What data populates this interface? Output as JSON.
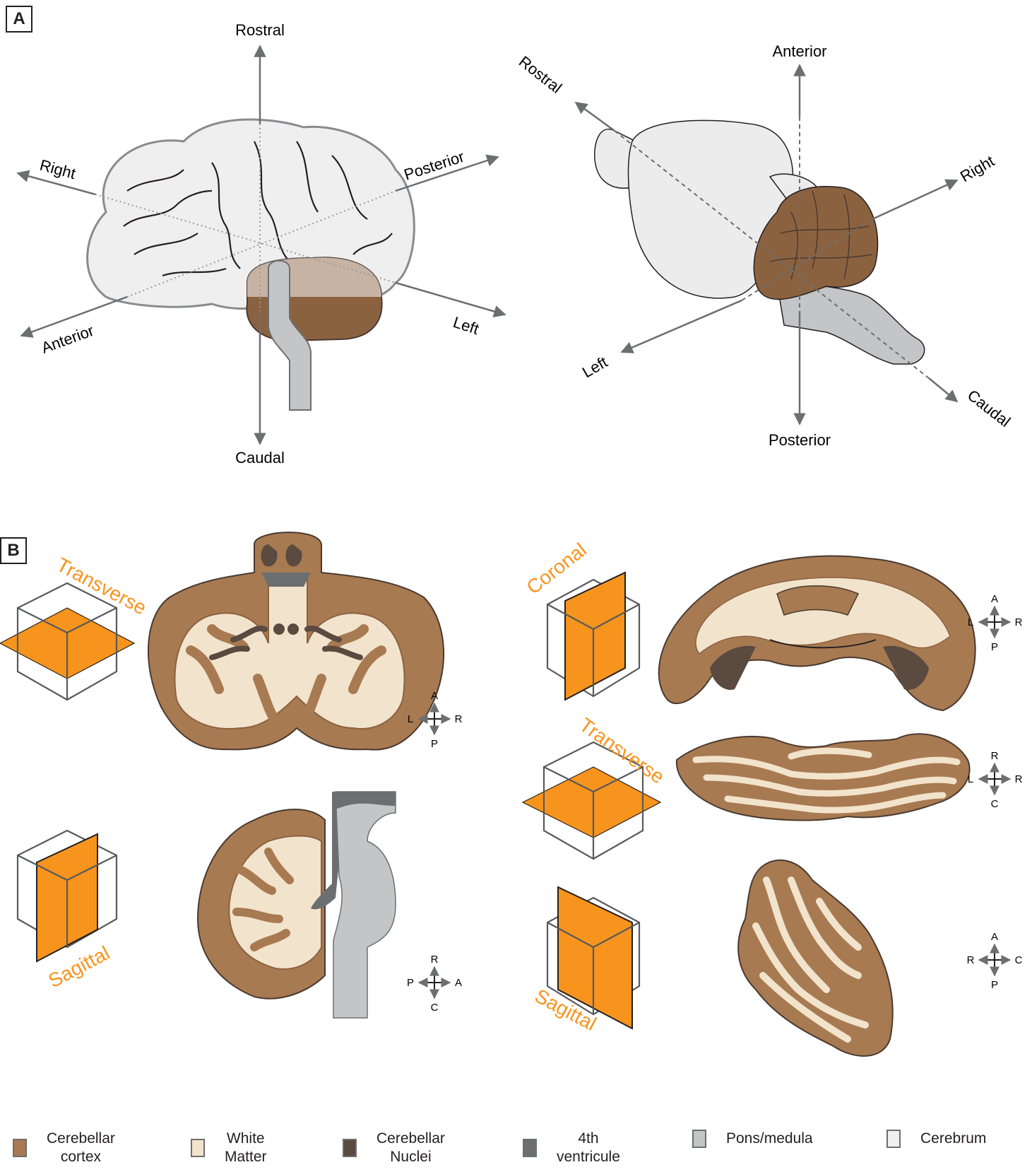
{
  "panels": {
    "a": "A",
    "b": "B"
  },
  "human": {
    "rostral": "Rostral",
    "caudal": "Caudal",
    "right": "Right",
    "posterior": "Posterior",
    "anterior": "Anterior",
    "left": "Left"
  },
  "mouse": {
    "anterior": "Anterior",
    "posterior": "Posterior",
    "rostral": "Rostral",
    "right": "Right",
    "left": "Left",
    "caudal": "Caudal"
  },
  "planes": {
    "transverse_human": "Transverse",
    "sagittal_human": "Sagittal",
    "coronal_mouse": "Coronal",
    "transverse_mouse": "Transverse",
    "sagittal_mouse": "Sagittal"
  },
  "compasses": {
    "human_transverse": {
      "top": "A",
      "left": "L",
      "right": "R",
      "bottom": "P"
    },
    "human_sagittal": {
      "top": "R",
      "left": "P",
      "right": "A",
      "bottom": "C"
    },
    "mouse_coronal": {
      "top": "A",
      "left": "L",
      "right": "R",
      "bottom": "P"
    },
    "mouse_transverse": {
      "top": "R",
      "left": "L",
      "right": "R",
      "bottom": "C"
    },
    "mouse_sagittal": {
      "top": "A",
      "left": "R",
      "right": "C",
      "bottom": "P"
    }
  },
  "legend": [
    {
      "label": "Cerebellar\ncortex",
      "color": "#a87a52"
    },
    {
      "label": "White\nMatter",
      "color": "#f2e3cc"
    },
    {
      "label": "Cerebellar\nNuclei",
      "color": "#5a4a40"
    },
    {
      "label": "4th\nventricule",
      "color": "#6d6e70"
    },
    {
      "label": "Pons/medula",
      "color": "#c4c5c7"
    },
    {
      "label": "Cerebrum",
      "color": "#f0f0f0"
    }
  ],
  "colors": {
    "orange": "#f7941d",
    "cortex": "#a87a52",
    "white_matter": "#f2e3cc",
    "nuclei": "#5a4a40",
    "ventricle": "#6d6e70",
    "pons": "#c4c5c7",
    "cerebrum": "#ececec",
    "axis": "#6d6e70"
  }
}
